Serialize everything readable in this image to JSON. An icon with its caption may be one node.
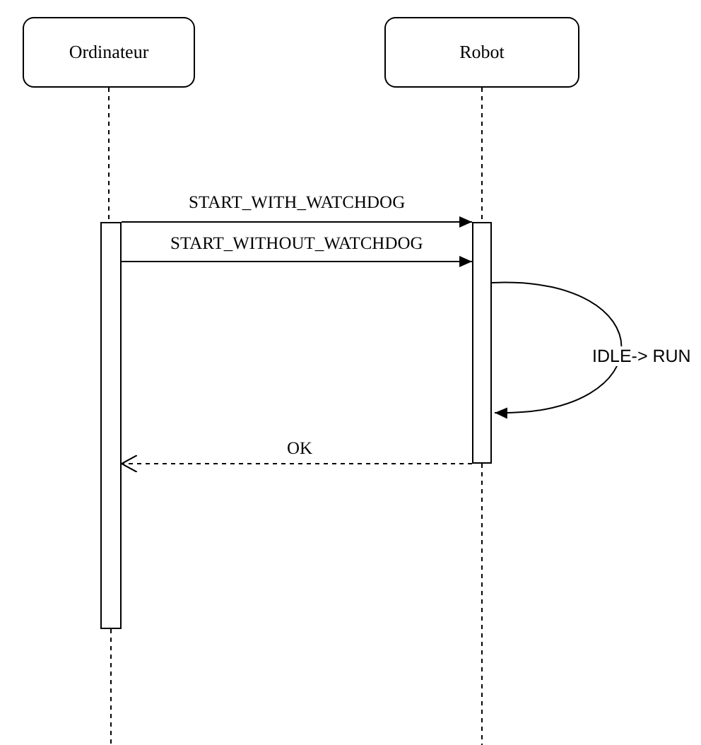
{
  "diagram": {
    "nodes": [
      {
        "text": [
          "Ordinateur"
        ]
      },
      {
        "text": [
          "Robot"
        ]
      },
      {
        "text": [],
        "shape": "bar"
      },
      {
        "text": [],
        "shape": "bar"
      }
    ],
    "edges": [
      {
        "from": 0,
        "to": 2,
        "arrow": "none",
        "style": "dashed"
      },
      {
        "from": 1,
        "to": 3,
        "arrow": "none",
        "style": "dashed"
      },
      {
        "from": 2,
        "to": 3,
        "arrow": "to",
        "label": "START_WITH_WATCHDOG"
      },
      {
        "from": 2,
        "to": 3,
        "arrow": "to",
        "label": "START_WITHOUT_WATCHDOG"
      },
      {
        "from": 3,
        "to": 3,
        "arrow": "to",
        "label": "IDLE-> RUN"
      },
      {
        "from": 3,
        "to": 2,
        "arrow": "to",
        "label": "OK",
        "style": "dashed"
      }
    ]
  }
}
